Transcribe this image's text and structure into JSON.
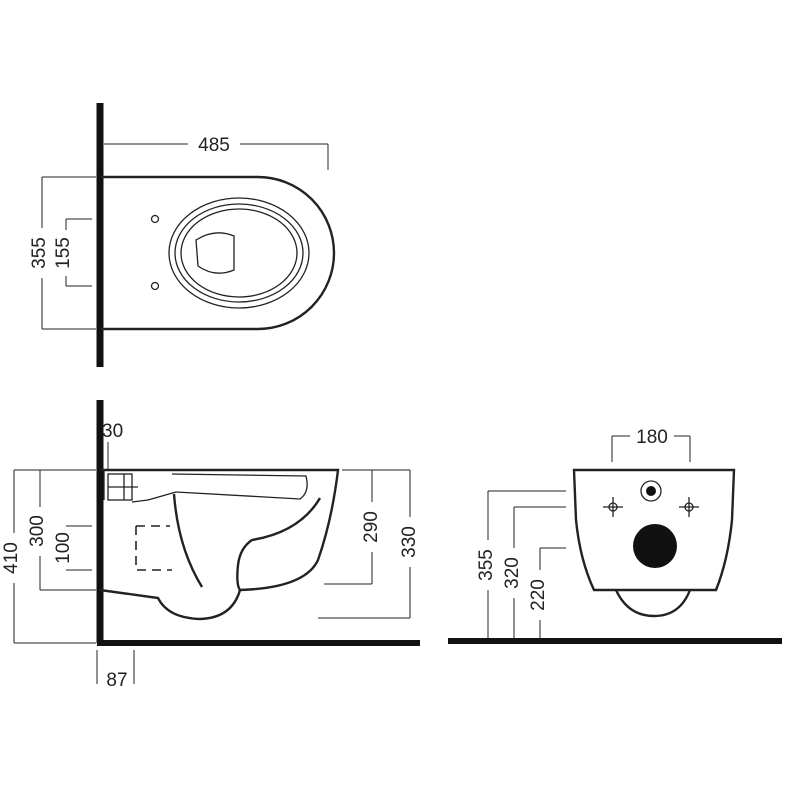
{
  "dimensions": {
    "top_length": "485",
    "top_width": "355",
    "top_fixing_spacing": "155",
    "side_height_total": "410",
    "side_height_rim": "300",
    "side_height_inlet": "100",
    "side_connector_offset": "30",
    "side_depth_290": "290",
    "side_depth_330": "330",
    "side_wall_offset": "87",
    "front_fixing_spacing": "180",
    "front_height_355": "355",
    "front_height_320": "320",
    "front_height_220": "220"
  },
  "colors": {
    "line": "#222222",
    "fill_dark": "#111111"
  }
}
